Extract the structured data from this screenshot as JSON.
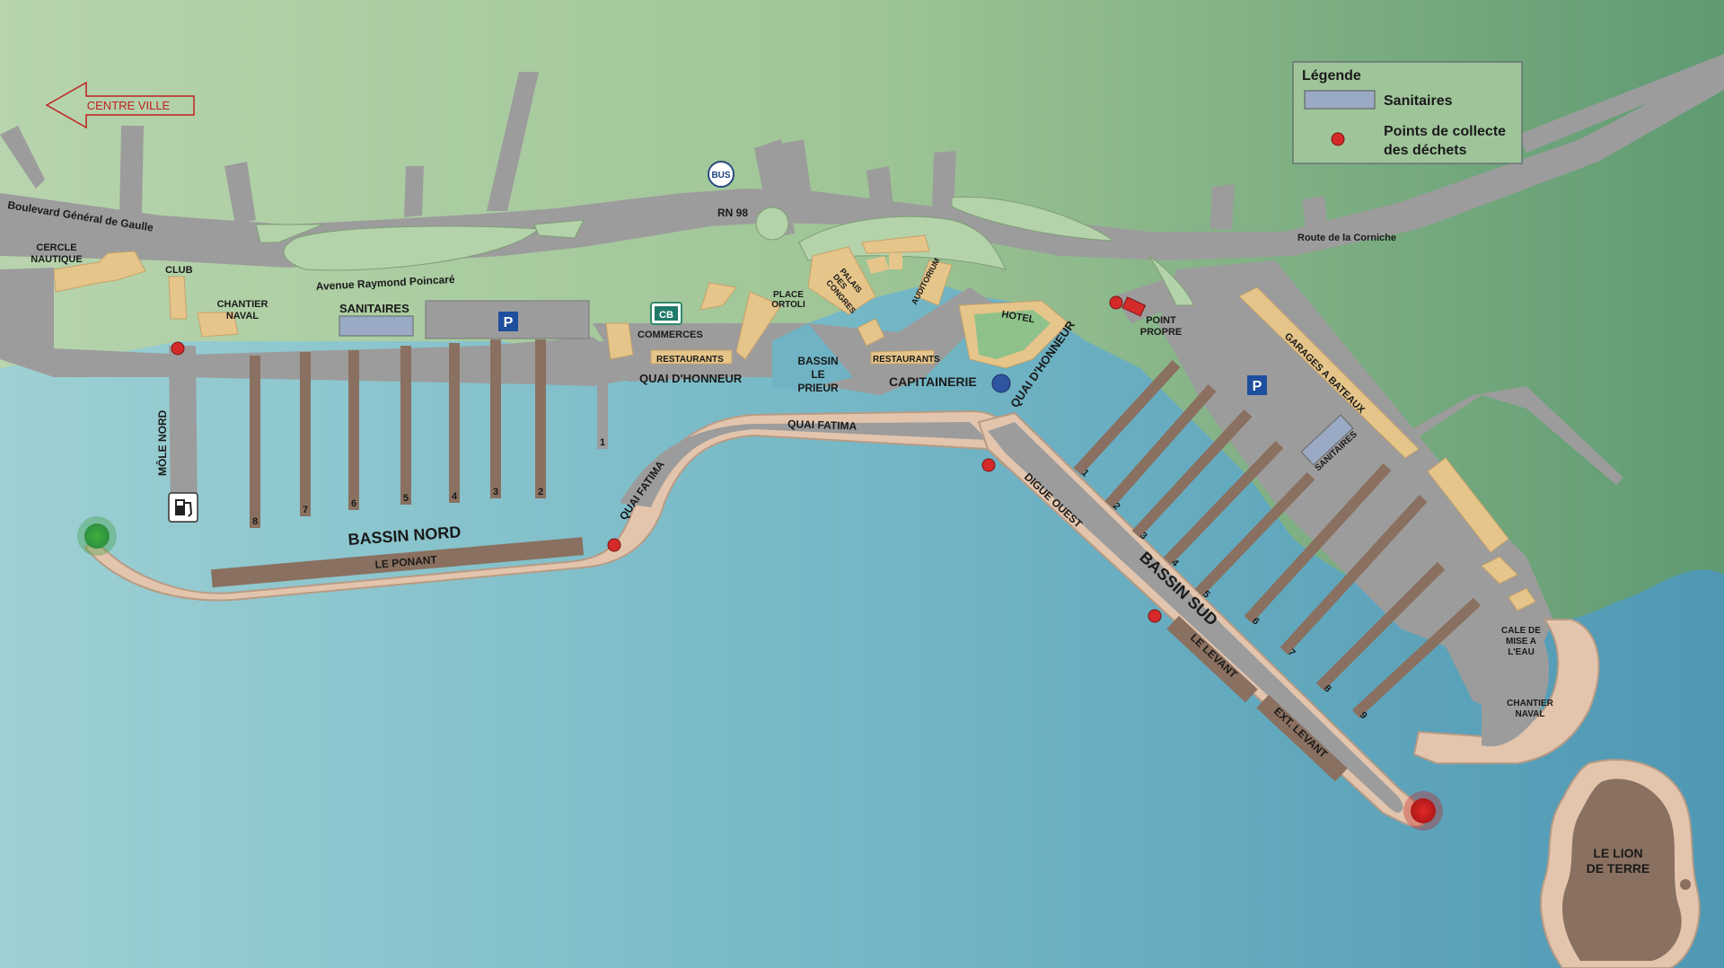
{
  "legend": {
    "title": "Légende",
    "sanitaires": "Sanitaires",
    "collecte_line1": "Points de collecte",
    "collecte_line2": "des déchets"
  },
  "labels": {
    "centre_ville": "CENTRE VILLE",
    "bus": "BUS",
    "rn98": "RN 98",
    "bd_gaulle": "Boulevard Général de Gaulle",
    "av_poincare": "Avenue Raymond Poincaré",
    "route_corniche": "Route de la Corniche",
    "cercle_1": "CERCLE",
    "cercle_2": "NAUTIQUE",
    "club": "CLUB",
    "chantier_1": "CHANTIER",
    "chantier_2": "NAVAL",
    "sanitaires_nord": "SANITAIRES",
    "commerces": "COMMERCES",
    "restaurants_1": "RESTAURANTS",
    "restaurants_2": "RESTAURANTS",
    "quai_honneur_1": "QUAI D'HONNEUR",
    "quai_honneur_2": "QUAI D'HONNEUR",
    "bassin_prieur_1": "BASSIN",
    "bassin_prieur_2": "LE",
    "bassin_prieur_3": "PRIEUR",
    "place_ortoli_1": "PLACE",
    "place_ortoli_2": "ORTOLI",
    "palais_1": "PALAIS",
    "palais_2": "DES",
    "palais_3": "CONGRES",
    "auditorium": "AUDITORIUM",
    "capitainerie": "CAPITAINERIE",
    "hotel": "HOTEL",
    "point_propre_1": "POINT",
    "point_propre_2": "PROPRE",
    "garages": "GARAGES A BATEAUX",
    "sanitaires_sud": "SANITAIRES",
    "mole_nord": "MÔLE NORD",
    "quai_fatima_1": "QUAI FATIMA",
    "quai_fatima_2": "QUAI FATIMA",
    "digue_ouest": "DIGUE OUEST",
    "bassin_nord": "BASSIN NORD",
    "le_ponant": "LE PONANT",
    "bassin_sud": "BASSIN SUD",
    "le_levant": "LE LEVANT",
    "ext_levant": "EXT. LEVANT",
    "cale_1": "CALE DE",
    "cale_2": "MISE A",
    "cale_3": "L'EAU",
    "chantier_s_1": "CHANTIER",
    "chantier_s_2": "NAVAL",
    "lion_1": "LE LION",
    "lion_2": "DE TERRE",
    "parking": "P"
  },
  "pontoons_nord": [
    "1",
    "2",
    "3",
    "4",
    "5",
    "6",
    "7",
    "8"
  ],
  "pontoons_sud": [
    "1",
    "2",
    "3",
    "4",
    "5",
    "6",
    "7",
    "8",
    "9"
  ],
  "colors": {
    "sea": "#6fb3c4",
    "land": "#9fc79a",
    "road": "#9a9a9a",
    "building": "#e6c58a",
    "pontoon": "#8a7060",
    "waste_point": "#d42a2a",
    "sanitaires": "#9aaac4"
  }
}
